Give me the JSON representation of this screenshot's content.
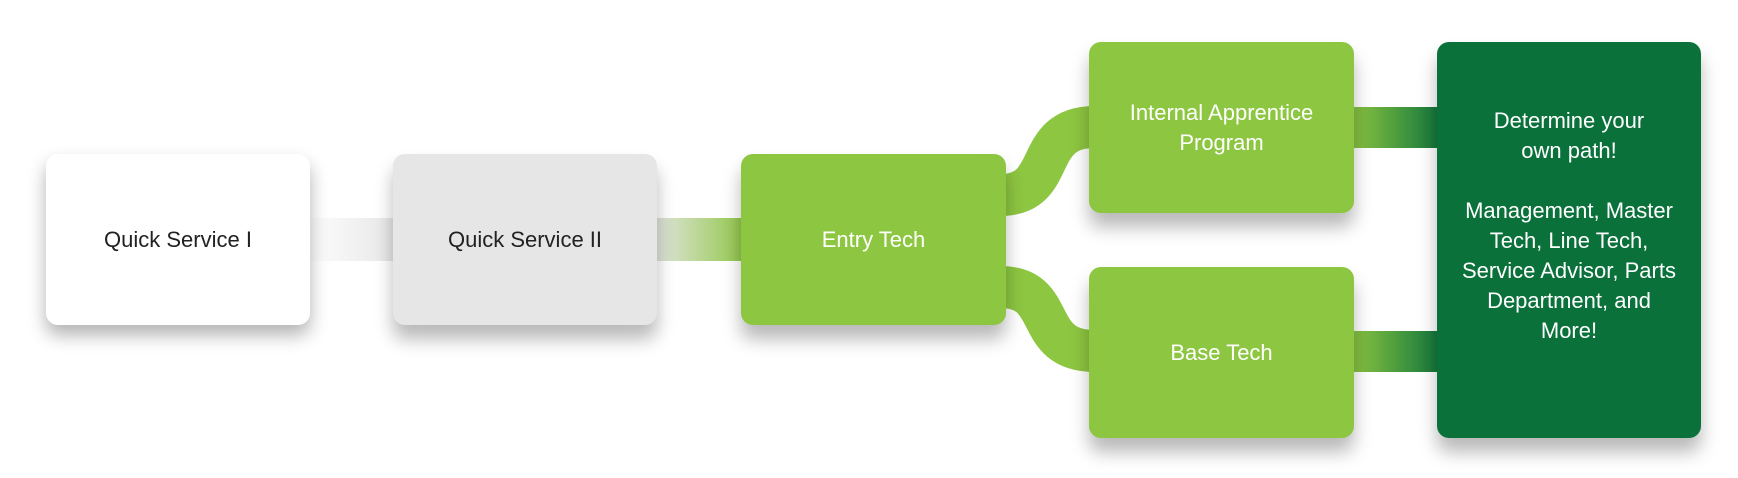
{
  "steps": {
    "quick_service_1": "Quick Service I",
    "quick_service_2": "Quick Service II",
    "entry_tech": "Entry Tech",
    "internal_apprentice": "Internal Apprentice Program",
    "base_tech": "Base Tech",
    "final_title": "Determine your own path!",
    "final_options": "Management, Master Tech, Line Tech, Service Advisor, Parts Department, and More!"
  },
  "colors": {
    "light_green": "#8dc641",
    "dark_green": "#0b713b",
    "grey": "#e6e6e6"
  }
}
